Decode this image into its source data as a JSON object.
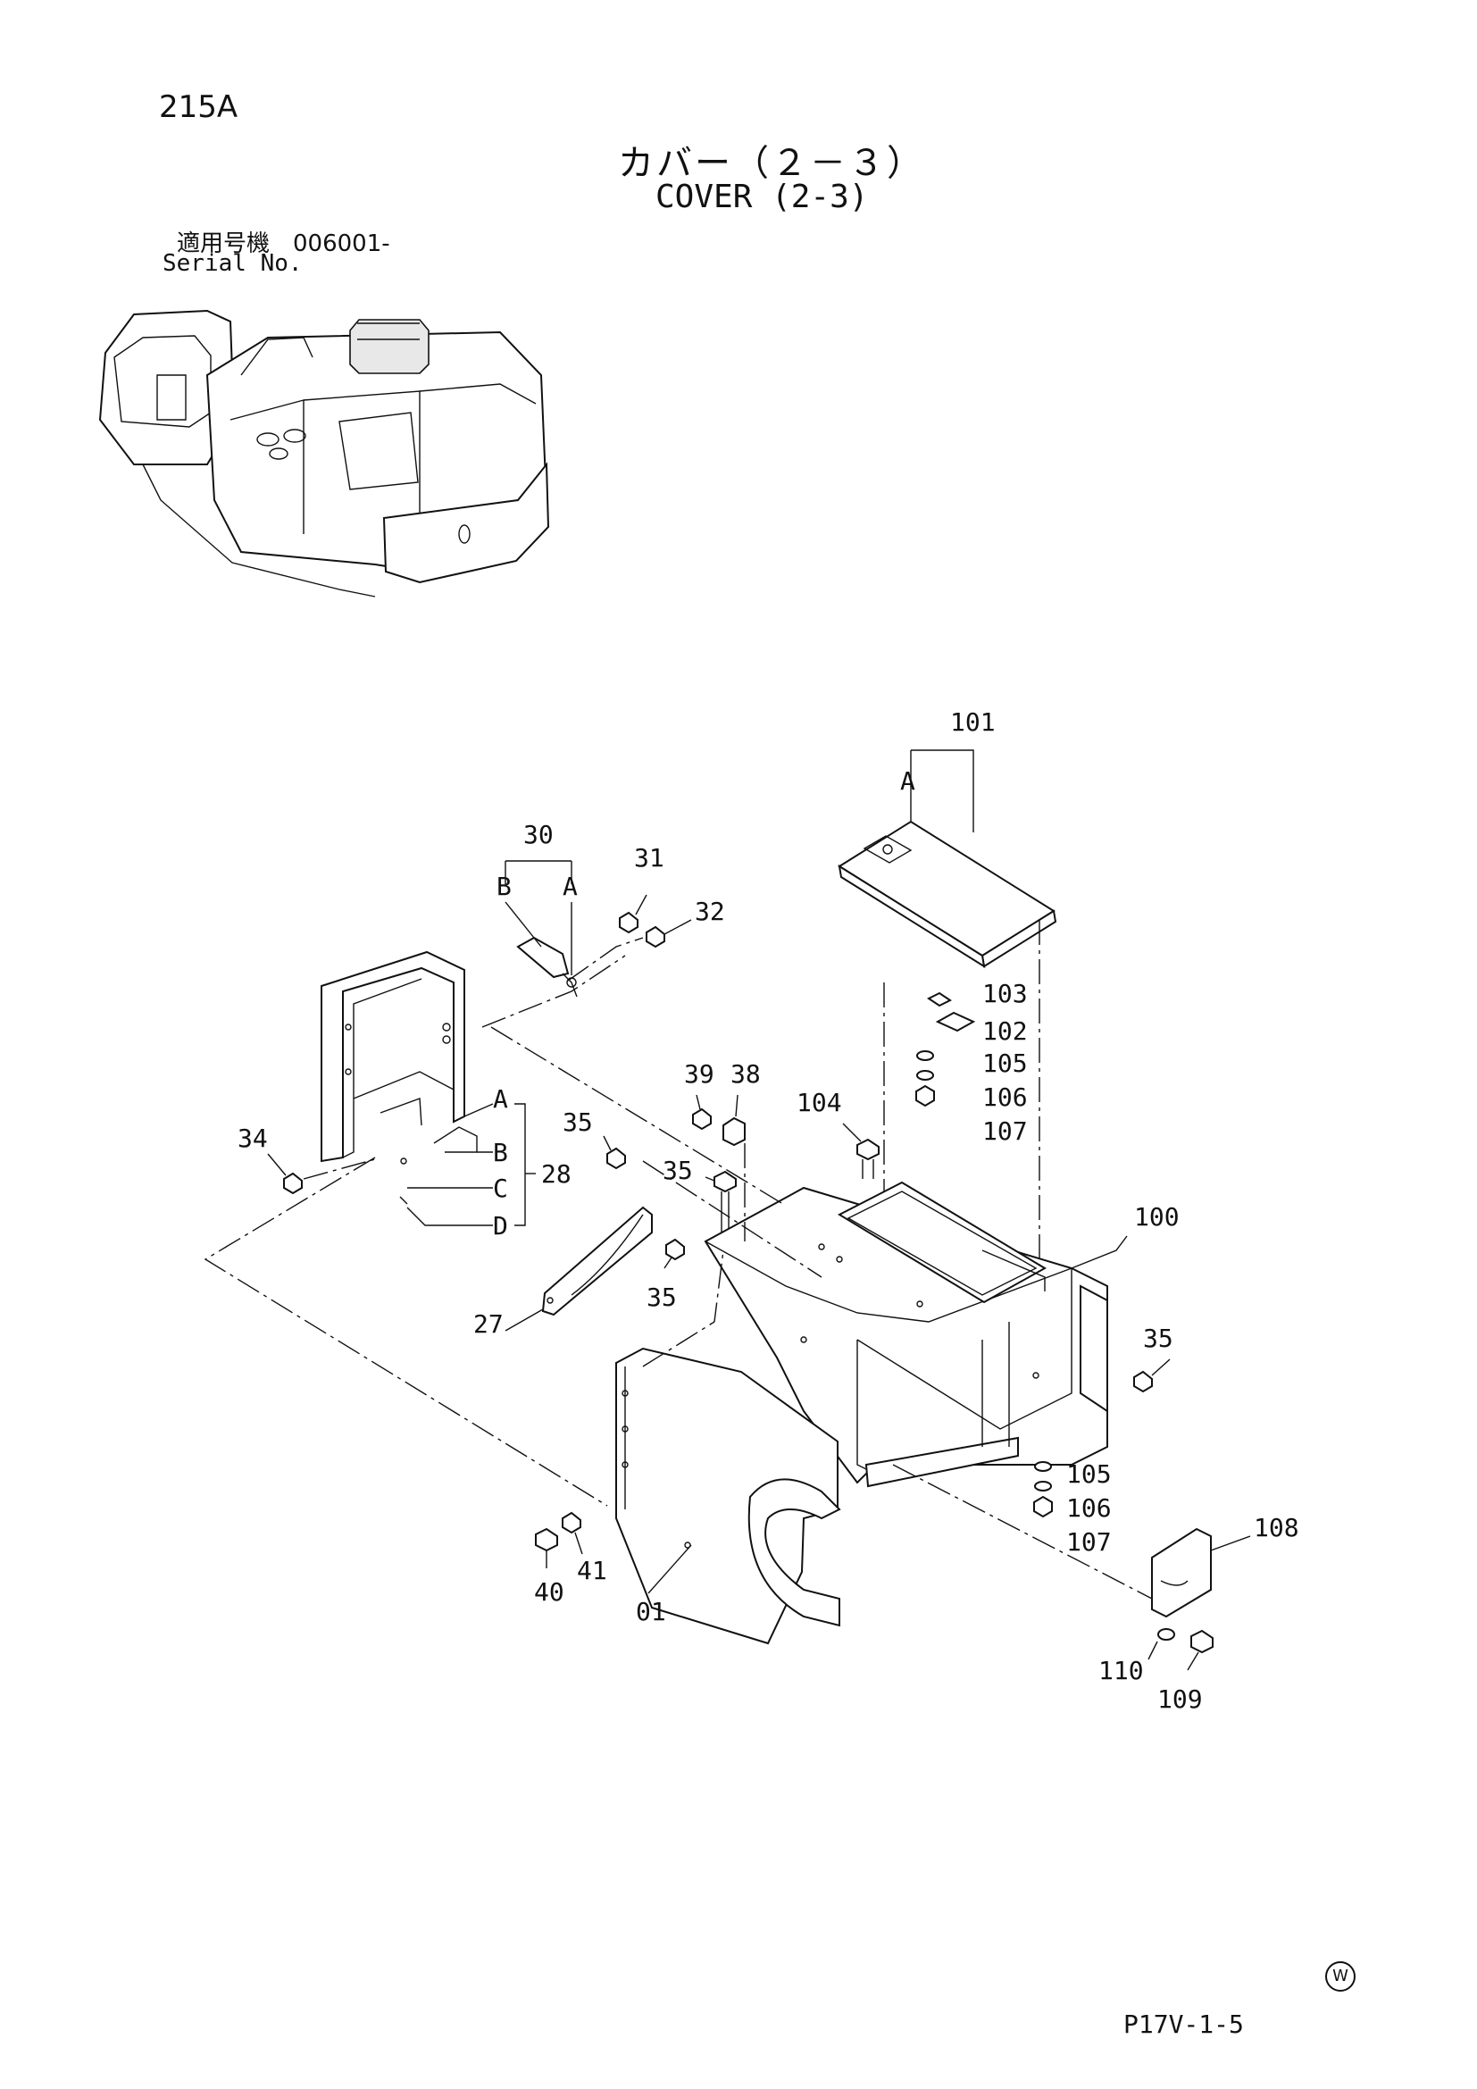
{
  "header": {
    "page_code": "215A",
    "title_ja": "カバー（２－３）",
    "title_en": "COVER (2-3)",
    "serial_label_ja": "適用号機　006001-",
    "serial_label_en": "Serial No."
  },
  "footer": {
    "sheet_code": "P17V-1-5",
    "mark": "W"
  },
  "callouts": [
    {
      "id": "c101",
      "label": "101"
    },
    {
      "id": "cA101",
      "label": "A"
    },
    {
      "id": "c30",
      "label": "30"
    },
    {
      "id": "cB30",
      "label": "B"
    },
    {
      "id": "cA30",
      "label": "A"
    },
    {
      "id": "c31",
      "label": "31"
    },
    {
      "id": "c32",
      "label": "32"
    },
    {
      "id": "c103",
      "label": "103"
    },
    {
      "id": "c102",
      "label": "102"
    },
    {
      "id": "c105a",
      "label": "105"
    },
    {
      "id": "c106a",
      "label": "106"
    },
    {
      "id": "c107a",
      "label": "107"
    },
    {
      "id": "c39",
      "label": "39"
    },
    {
      "id": "c38",
      "label": "38"
    },
    {
      "id": "c104",
      "label": "104"
    },
    {
      "id": "cA28",
      "label": "A"
    },
    {
      "id": "cB28",
      "label": "B"
    },
    {
      "id": "cC28",
      "label": "C"
    },
    {
      "id": "cD28",
      "label": "D"
    },
    {
      "id": "c28",
      "label": "28"
    },
    {
      "id": "c34",
      "label": "34"
    },
    {
      "id": "c35a",
      "label": "35"
    },
    {
      "id": "c35b",
      "label": "35"
    },
    {
      "id": "c35c",
      "label": "35"
    },
    {
      "id": "c35d",
      "label": "35"
    },
    {
      "id": "c100",
      "label": "100"
    },
    {
      "id": "c27",
      "label": "27"
    },
    {
      "id": "c105b",
      "label": "105"
    },
    {
      "id": "c106b",
      "label": "106"
    },
    {
      "id": "c107b",
      "label": "107"
    },
    {
      "id": "c108",
      "label": "108"
    },
    {
      "id": "c40",
      "label": "40"
    },
    {
      "id": "c41",
      "label": "41"
    },
    {
      "id": "c01",
      "label": "01"
    },
    {
      "id": "c110",
      "label": "110"
    },
    {
      "id": "c109",
      "label": "109"
    }
  ]
}
